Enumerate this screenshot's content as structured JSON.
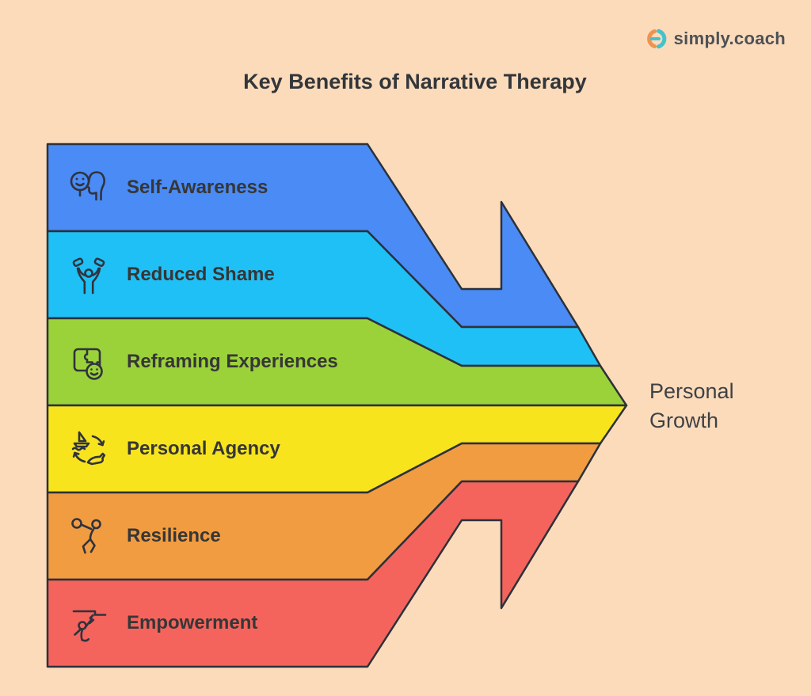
{
  "page": {
    "background_color": "#fcdbbb"
  },
  "logo": {
    "text": "simply.coach",
    "orange_color": "#ef9350",
    "teal_color": "#45c2cb"
  },
  "title": "Key Benefits of Narrative Therapy",
  "diagram": {
    "outline_color": "#2d313a",
    "bands": [
      {
        "label": "Self-Awareness",
        "color": "#4a8bf5",
        "icon": "mind-smiley-icon"
      },
      {
        "label": "Reduced Shame",
        "color": "#1fc0f5",
        "icon": "weightlifter-icon"
      },
      {
        "label": "Reframing Experiences",
        "color": "#9bd23a",
        "icon": "puzzle-smiley-icon"
      },
      {
        "label": "Personal Agency",
        "color": "#f8e41d",
        "icon": "boat-plane-cycle-icon"
      },
      {
        "label": "Resilience",
        "color": "#f19c41",
        "icon": "exercise-figure-icon"
      },
      {
        "label": "Empowerment",
        "color": "#f4645d",
        "icon": "breakthrough-figure-icon"
      }
    ],
    "result_label": {
      "line1": "Personal",
      "line2": "Growth"
    }
  }
}
